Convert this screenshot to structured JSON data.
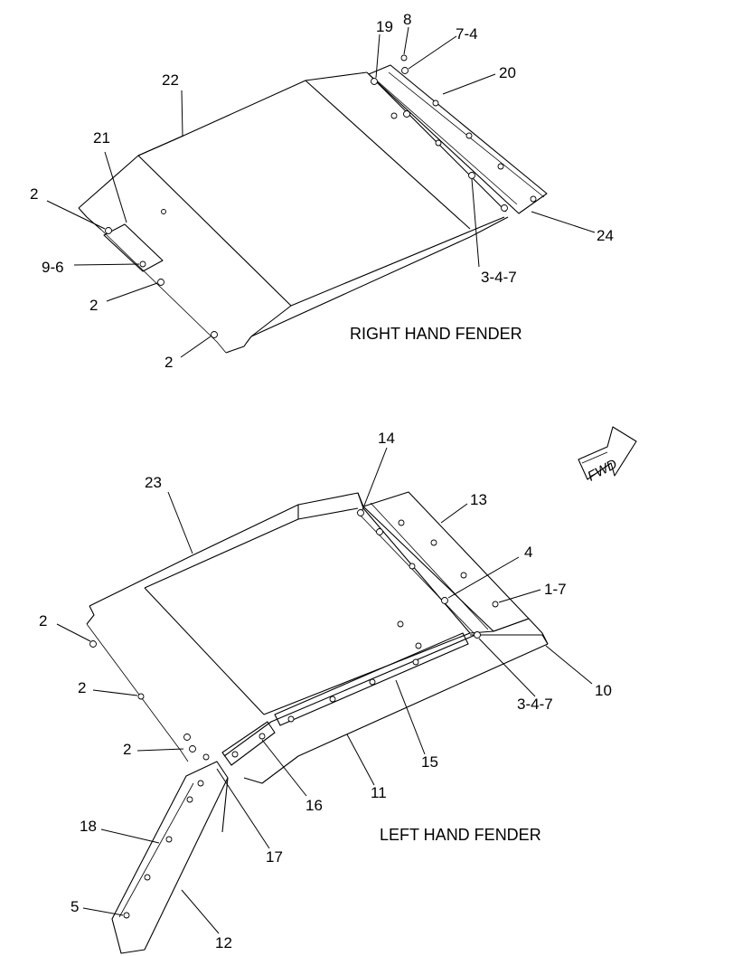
{
  "right_hand_fender": {
    "title": "RIGHT HAND FENDER",
    "callouts": {
      "c8": "8",
      "c19": "19",
      "c7_4": "7-4",
      "c20": "20",
      "c22": "22",
      "c21": "21",
      "c2_a": "2",
      "c9_6": "9-6",
      "c2_b": "2",
      "c2_c": "2",
      "c24": "24",
      "c3_4_7": "3-4-7"
    }
  },
  "left_hand_fender": {
    "title": "LEFT HAND FENDER",
    "callouts": {
      "c14": "14",
      "c13": "13",
      "c23": "23",
      "c4": "4",
      "c1_7": "1-7",
      "c2_a": "2",
      "c2_b": "2",
      "c2_c": "2",
      "c10": "10",
      "c3_4_7": "3-4-7",
      "c15": "15",
      "c11": "11",
      "c16": "16",
      "c18": "18",
      "c17": "17",
      "c5": "5",
      "c12": "12"
    }
  },
  "fwd_arrow": {
    "label": "FWD",
    "icon": "fwd-arrow-icon"
  }
}
